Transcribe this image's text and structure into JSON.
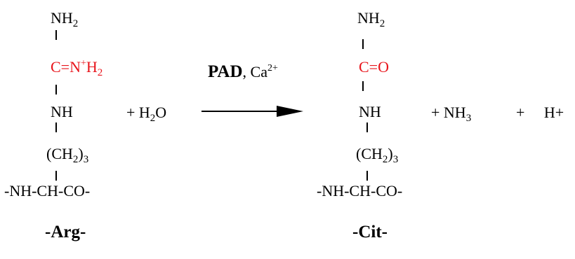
{
  "arginine": {
    "nh2_base": "NH",
    "nh2_sub": "2",
    "imine_left": "C=N",
    "imine_sup": "+",
    "imine_h": "H",
    "imine_sub": "2",
    "nh": "NH",
    "ch2_open": "(CH",
    "ch2_sub1": "2",
    "ch2_close": ")",
    "ch2_sub2": "3",
    "backbone": "-NH-CH-CO-",
    "label": "-Arg-"
  },
  "water": {
    "prefix": "+ H",
    "sub": "2",
    "suffix": "O"
  },
  "reaction": {
    "enzyme": "PAD",
    "cofactor_prefix": ", Ca",
    "cofactor_sup": "2+"
  },
  "citrulline": {
    "nh2_base": "NH",
    "nh2_sub": "2",
    "carbonyl": "C=O",
    "nh": "NH",
    "ch2_open": "(CH",
    "ch2_sub1": "2",
    "ch2_close": ")",
    "ch2_sub2": "3",
    "backbone": "-NH-CH-CO-",
    "label": "-Cit-"
  },
  "ammonia": {
    "prefix": "+ NH",
    "sub": "3"
  },
  "proton": {
    "text": "+     H+"
  },
  "colors": {
    "highlight": "#e8141b",
    "text": "#000000"
  }
}
